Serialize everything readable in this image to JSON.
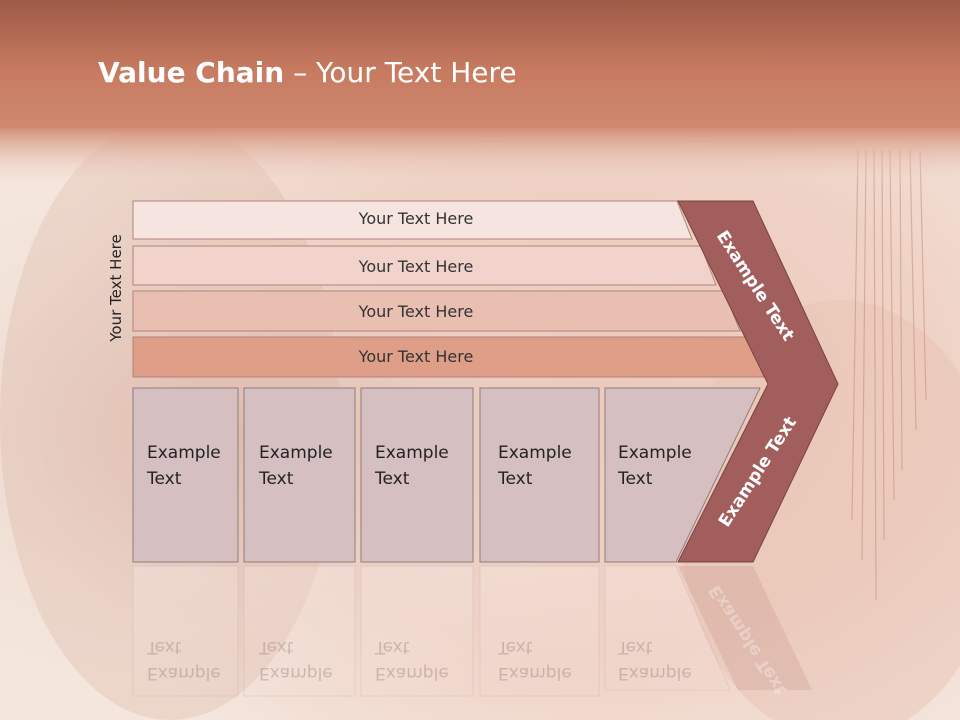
{
  "title": {
    "bold": "Value Chain",
    "rest": " – Your Text Here"
  },
  "side_label": "Your Text Here",
  "bars": [
    {
      "label": "Your Text Here",
      "color": "#f6e4e1"
    },
    {
      "label": "Your Text Here",
      "color": "#f1d3cc"
    },
    {
      "label": "Your Text Here",
      "color": "#e9bfb2"
    },
    {
      "label": "Your Text Here",
      "color": "#de9e88"
    }
  ],
  "boxes": [
    {
      "line1": "Example",
      "line2": "Text"
    },
    {
      "line1": "Example",
      "line2": "Text"
    },
    {
      "line1": "Example",
      "line2": "Text"
    },
    {
      "line1": "Example",
      "line2": "Text"
    },
    {
      "line1": "Example",
      "line2": "Text"
    }
  ],
  "chevron": {
    "upper": "Example Text",
    "lower": "Example Text",
    "color": "#a25e5c"
  },
  "colors": {
    "header": "#c87c62",
    "box_fill": "#d6bfc1",
    "box_stroke": "#8f7d7d"
  }
}
